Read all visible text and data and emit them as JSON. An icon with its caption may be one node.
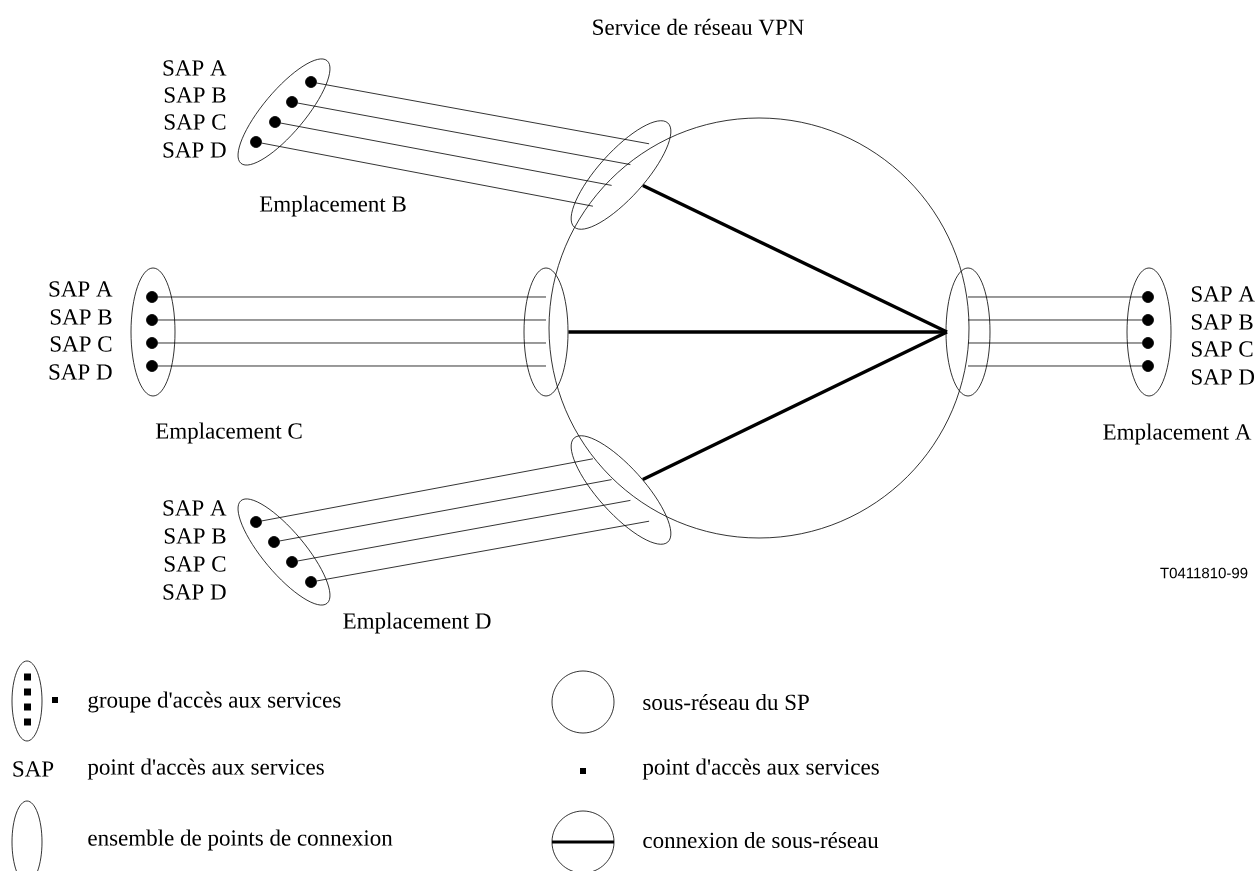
{
  "diagram": {
    "title": "Service de réseau VPN",
    "nodes": [
      {
        "text": [],
        "shape": "circle"
      },
      {
        "text": [],
        "shape": "ellipse",
        "in": 0
      },
      {
        "text": [],
        "shape": "ellipse",
        "beside": [
          "SAP A",
          "SAP B",
          "SAP C",
          "SAP D",
          "Emplacement B"
        ]
      },
      {
        "text": [],
        "shape": "circle",
        "in": 2
      },
      {
        "text": [],
        "shape": "circle",
        "in": 2
      },
      {
        "text": [],
        "shape": "circle",
        "in": 2
      },
      {
        "text": [],
        "shape": "circle",
        "in": 2
      },
      {
        "text": [],
        "shape": "ellipse"
      },
      {
        "text": [],
        "shape": "ellipse",
        "beside": [
          "SAP A",
          "SAP B",
          "SAP C",
          "SAP D",
          "Emplacement C"
        ]
      },
      {
        "text": [],
        "shape": "circle",
        "in": 8
      },
      {
        "text": [],
        "shape": "circle",
        "in": 8
      },
      {
        "text": [],
        "shape": "circle",
        "in": 8
      },
      {
        "text": [],
        "shape": "circle",
        "in": 8
      },
      {
        "text": [],
        "shape": "ellipse",
        "in": 0
      },
      {
        "text": [],
        "shape": "ellipse",
        "beside": [
          "SAP A",
          "SAP B",
          "SAP C",
          "SAP D",
          "Emplacement A"
        ]
      },
      {
        "text": [],
        "shape": "circle",
        "in": 14
      },
      {
        "text": [],
        "shape": "circle",
        "in": 14
      },
      {
        "text": [],
        "shape": "circle",
        "in": 14
      },
      {
        "text": [],
        "shape": "circle",
        "in": 14
      },
      {
        "text": [],
        "shape": "ellipse",
        "in": 0
      },
      {
        "text": [],
        "shape": "ellipse",
        "beside": [
          "SAP A",
          "SAP B",
          "SAP C",
          "SAP D",
          "Emplacement D"
        ]
      },
      {
        "text": [],
        "shape": "circle",
        "in": 20
      },
      {
        "text": [],
        "shape": "circle",
        "in": 20
      },
      {
        "text": [],
        "shape": "circle",
        "in": 20
      },
      {
        "text": [],
        "shape": "circle",
        "in": 20
      }
    ],
    "edges": [
      {
        "from": 3,
        "to": 1,
        "arrow": "none"
      },
      {
        "from": 4,
        "to": 1,
        "arrow": "none"
      },
      {
        "from": 5,
        "to": 1,
        "arrow": "none"
      },
      {
        "from": 6,
        "to": 1,
        "arrow": "none"
      },
      {
        "from": 9,
        "to": 7,
        "arrow": "none"
      },
      {
        "from": 10,
        "to": 7,
        "arrow": "none"
      },
      {
        "from": 11,
        "to": 7,
        "arrow": "none"
      },
      {
        "from": 12,
        "to": 7,
        "arrow": "none"
      },
      {
        "from": 15,
        "to": 13,
        "arrow": "none"
      },
      {
        "from": 16,
        "to": 13,
        "arrow": "none"
      },
      {
        "from": 17,
        "to": 13,
        "arrow": "none"
      },
      {
        "from": 18,
        "to": 13,
        "arrow": "none"
      },
      {
        "from": 21,
        "to": 19,
        "arrow": "none"
      },
      {
        "from": 22,
        "to": 19,
        "arrow": "none"
      },
      {
        "from": 23,
        "to": 19,
        "arrow": "none"
      },
      {
        "from": 24,
        "to": 19,
        "arrow": "none"
      },
      {
        "from": 1,
        "to": 13,
        "arrow": "none",
        "style": "thick"
      },
      {
        "from": 7,
        "to": 13,
        "arrow": "none",
        "style": "thick"
      },
      {
        "from": 19,
        "to": 13,
        "arrow": "none",
        "style": "thick"
      }
    ],
    "labels": [
      "T0411810-99",
      "SAP"
    ],
    "legend": [
      {
        "text": "groupe d'accès aux services"
      },
      {
        "text": "sous-réseau du SP"
      },
      {
        "text": "point d'accès aux services"
      },
      {
        "text": "point d'accès aux services"
      },
      {
        "text": "ensemble de points de connexion"
      },
      {
        "text": "connexion de sous-réseau"
      }
    ]
  }
}
